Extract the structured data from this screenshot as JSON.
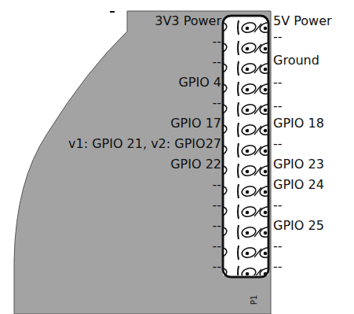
{
  "diagram": {
    "labels": [
      "3V3 Power",
      "5V Power",
      "--",
      "--",
      "--",
      "Ground",
      "GPIO 4",
      "--",
      "--",
      "--",
      "GPIO 17",
      "GPIO 18",
      "v1: GPIO 21, v2: GPIO27",
      "--",
      "GPIO 22",
      "GPIO 23",
      "--",
      "GPIO 24",
      "--",
      "--",
      "--",
      "GPIO 25",
      "--",
      "--",
      "--",
      "--",
      "P1"
    ]
  }
}
